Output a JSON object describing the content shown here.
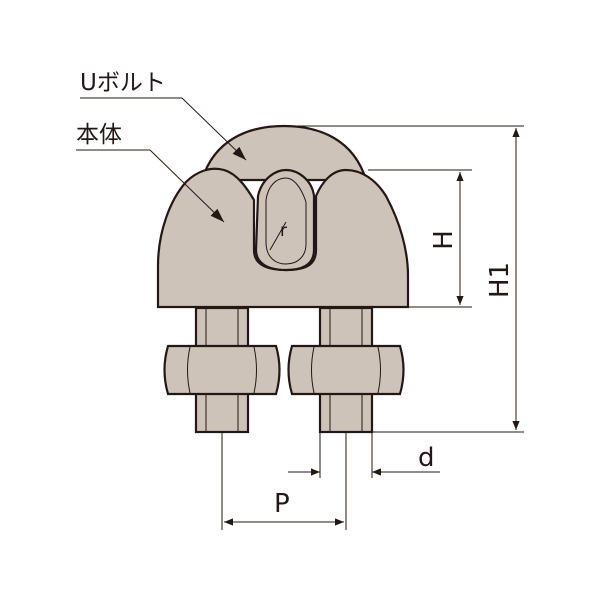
{
  "labels": {
    "u_bolt": "Uボルト",
    "body": "本体",
    "H": "H",
    "H1": "H1",
    "r": "r",
    "d": "d",
    "P": "P"
  },
  "colors": {
    "part_fill": "#cdc3b9",
    "ink": "#231815",
    "background": "#ffffff"
  }
}
